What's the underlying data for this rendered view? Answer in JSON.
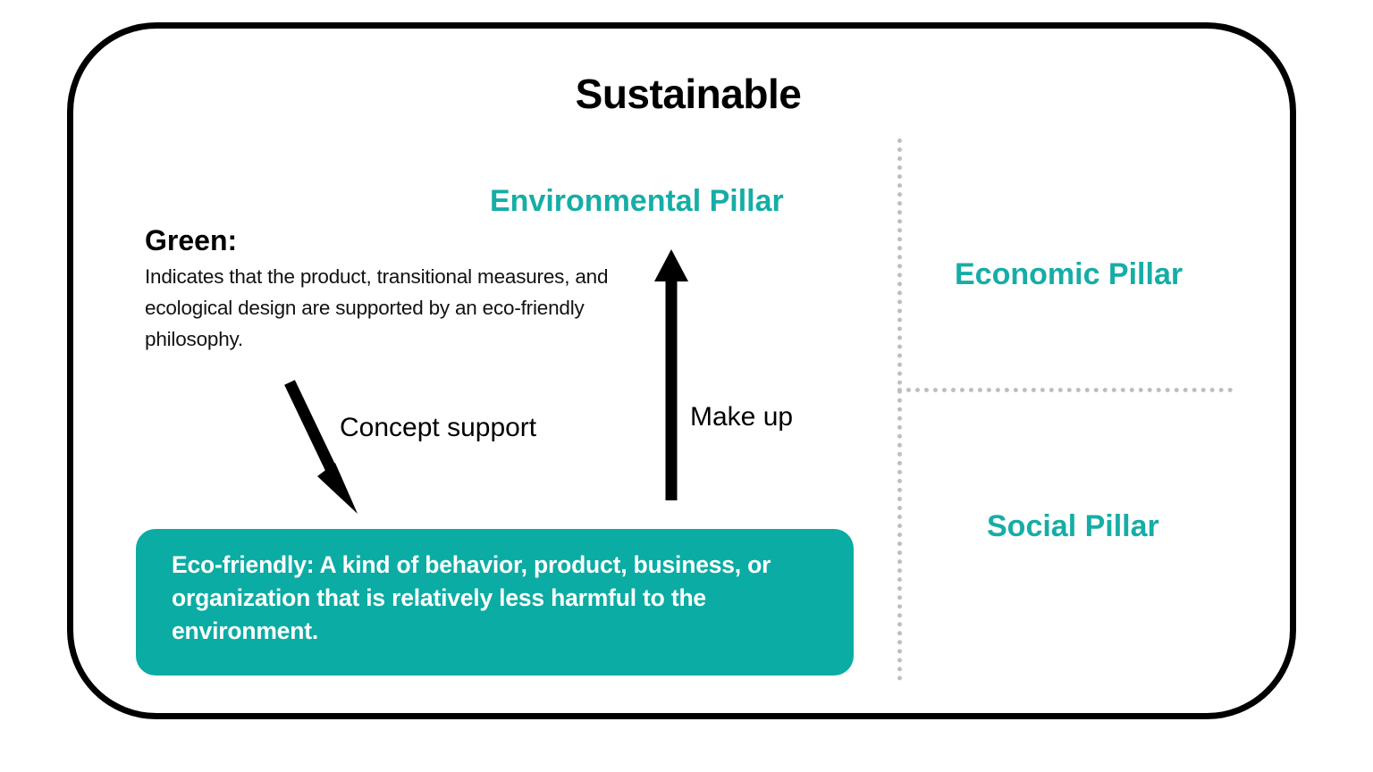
{
  "diagram": {
    "title": "Sustainable",
    "frame": {
      "border_color": "#000000",
      "background": "#ffffff"
    },
    "accent_color": "#16ADA6",
    "box_fill_color": "#0BACA3",
    "divider_color": "#BEBEBE"
  },
  "left_column": {
    "env_pillar_label": "Environmental Pillar",
    "green": {
      "heading": "Green:",
      "body": "Indicates that the product, transitional measures, and ecological design are supported by an eco-friendly philosophy."
    },
    "eco_box": {
      "text": "Eco-friendly: A kind of behavior, product, business, or organization that is relatively less harmful to the environment."
    }
  },
  "arrows": {
    "concept_support_label": "Concept support",
    "make_up_label": "Make up"
  },
  "right_column": {
    "pillars": [
      {
        "label": "Economic Pillar"
      },
      {
        "label": "Social Pillar"
      }
    ]
  }
}
